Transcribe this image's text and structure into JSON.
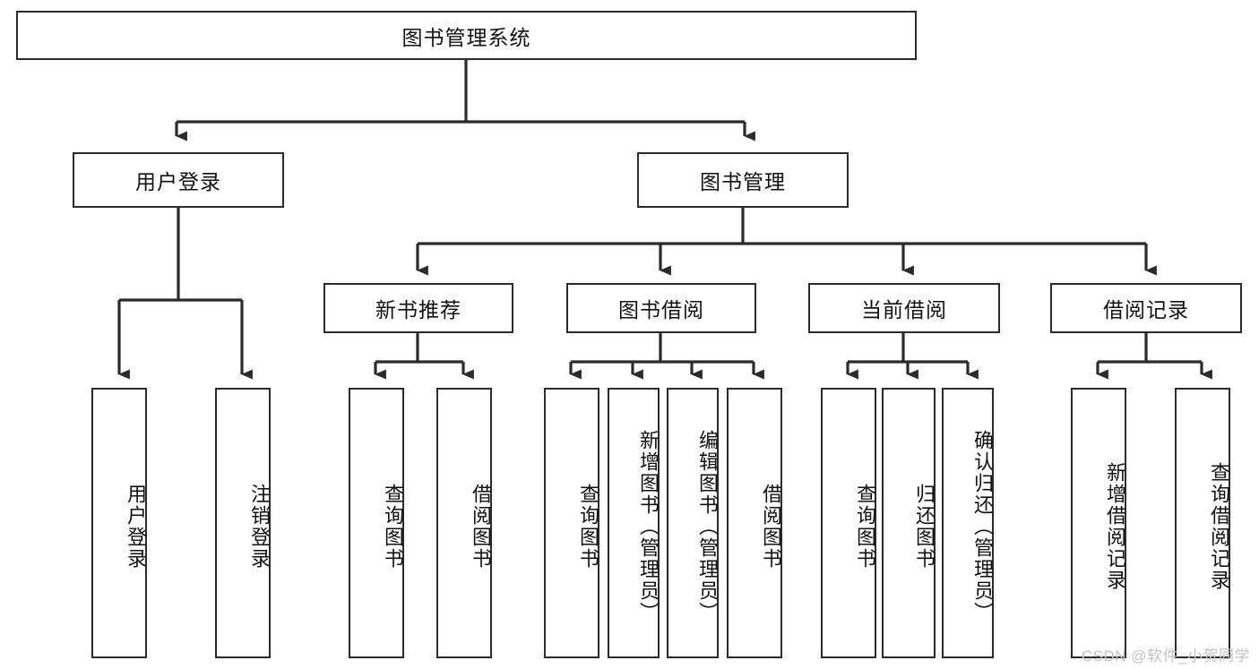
{
  "diagram": {
    "type": "tree-hierarchy",
    "title": "图书管理系统",
    "watermark": "CSDN @软件_小贺同学",
    "colors": {
      "box_border": "#2b2b2b",
      "box_fill": "#ffffff",
      "connector": "#2b2b2b",
      "text": "#111111",
      "watermark": "#c2c2c2"
    },
    "levels": {
      "root": {
        "label": "图书管理系统"
      },
      "level2": [
        {
          "id": "user-login",
          "label": "用户登录"
        },
        {
          "id": "book-manage",
          "label": "图书管理"
        }
      ],
      "level3": [
        {
          "id": "new-book-recommend",
          "label": "新书推荐",
          "parent": "book-manage"
        },
        {
          "id": "book-borrow",
          "label": "图书借阅",
          "parent": "book-manage"
        },
        {
          "id": "current-borrow",
          "label": "当前借阅",
          "parent": "book-manage"
        },
        {
          "id": "borrow-record",
          "label": "借阅记录",
          "parent": "book-manage"
        }
      ],
      "leaves": [
        {
          "id": "leaf-user-login",
          "label": "用户登录",
          "parent": "user-login"
        },
        {
          "id": "leaf-logout-login",
          "label": "注销登录",
          "parent": "user-login"
        },
        {
          "id": "leaf-query-book-1",
          "label": "查询图书",
          "parent": "new-book-recommend"
        },
        {
          "id": "leaf-borrow-book-1",
          "label": "借阅图书",
          "parent": "new-book-recommend"
        },
        {
          "id": "leaf-query-book-2",
          "label": "查询图书",
          "parent": "book-borrow"
        },
        {
          "id": "leaf-add-book",
          "label": "新增图书（管理员）",
          "parent": "book-borrow"
        },
        {
          "id": "leaf-edit-book",
          "label": "编辑图书（管理员）",
          "parent": "book-borrow"
        },
        {
          "id": "leaf-borrow-book-2",
          "label": "借阅图书",
          "parent": "book-borrow"
        },
        {
          "id": "leaf-query-book-3",
          "label": "查询图书",
          "parent": "current-borrow"
        },
        {
          "id": "leaf-return-book",
          "label": "归还图书",
          "parent": "current-borrow"
        },
        {
          "id": "leaf-confirm-return",
          "label": "确认归还（管理员）",
          "parent": "current-borrow"
        },
        {
          "id": "leaf-add-borrow-record",
          "label": "新增借阅记录",
          "parent": "borrow-record"
        },
        {
          "id": "leaf-query-borrow-record",
          "label": "查询借阅记录",
          "parent": "borrow-record"
        }
      ]
    }
  }
}
